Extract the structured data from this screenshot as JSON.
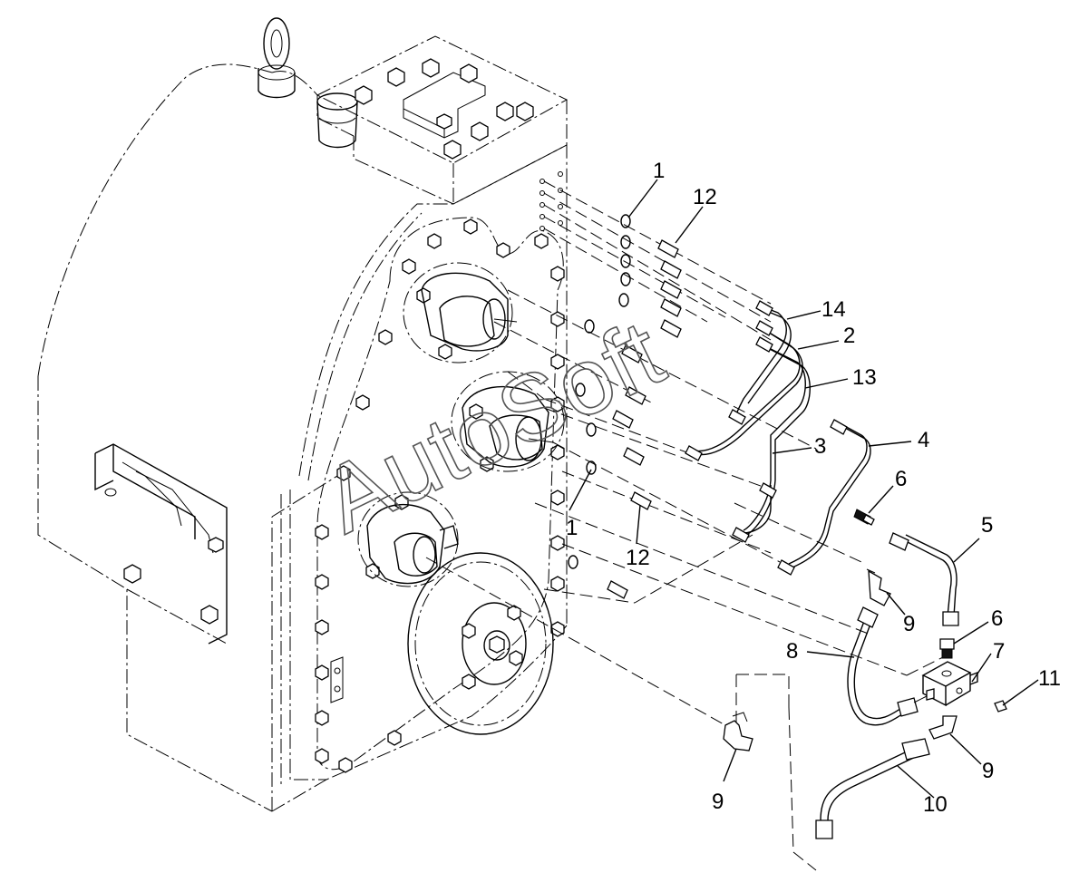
{
  "figure": {
    "watermark": "AutoSoft",
    "callouts": [
      {
        "id": "c-1-top",
        "label": "1"
      },
      {
        "id": "c-12-top",
        "label": "12"
      },
      {
        "id": "c-14",
        "label": "14"
      },
      {
        "id": "c-2",
        "label": "2"
      },
      {
        "id": "c-13",
        "label": "13"
      },
      {
        "id": "c-3",
        "label": "3"
      },
      {
        "id": "c-4",
        "label": "4"
      },
      {
        "id": "c-1-mid",
        "label": "1"
      },
      {
        "id": "c-12-mid",
        "label": "12"
      },
      {
        "id": "c-6-top",
        "label": "6"
      },
      {
        "id": "c-5",
        "label": "5"
      },
      {
        "id": "c-9-mid",
        "label": "9"
      },
      {
        "id": "c-6-low",
        "label": "6"
      },
      {
        "id": "c-8",
        "label": "8"
      },
      {
        "id": "c-7",
        "label": "7"
      },
      {
        "id": "c-11",
        "label": "11"
      },
      {
        "id": "c-9-right",
        "label": "9"
      },
      {
        "id": "c-10",
        "label": "10"
      },
      {
        "id": "c-9-bottom",
        "label": "9"
      }
    ]
  }
}
